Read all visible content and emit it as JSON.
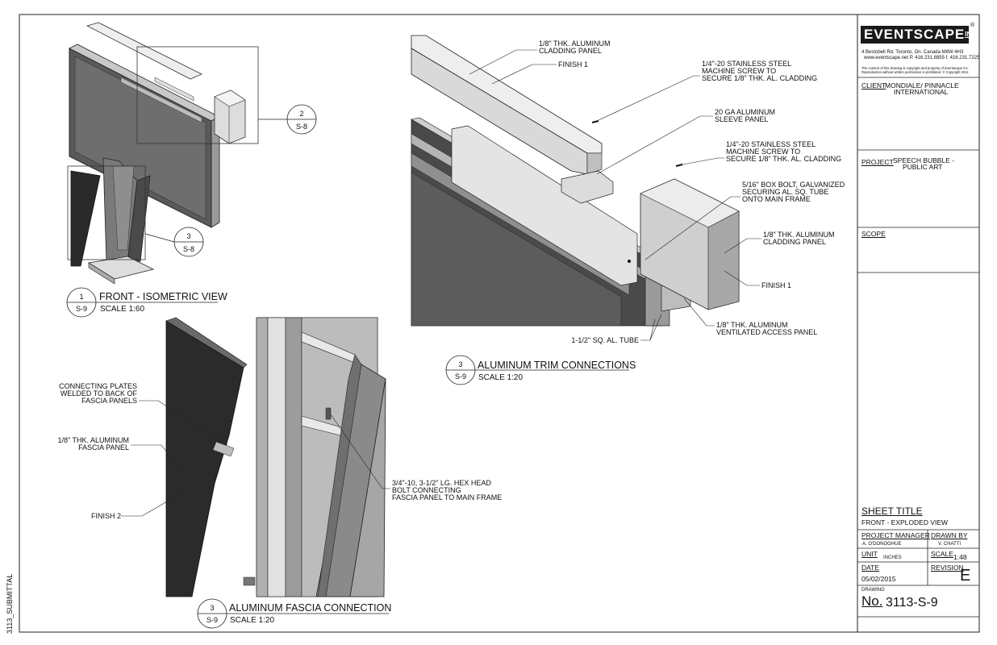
{
  "side_label": "3113_SUBMITTAL",
  "title_block": {
    "logo_text": "EVENTSCAPE",
    "logo_inc": "INC",
    "address": "4 Bestobell Rd. Toronto, On. Canada M8W 4H3",
    "contact": "www.eventscape.net  P. 416.231.8855  f. 416.231.7225",
    "copyright_line1": "The content of this drawing is copyright and property of Eventscape Inc.",
    "copyright_line2": "Reproduction without written permission is prohibited. © Copyright 2011",
    "client_label": "CLIENT",
    "client_line1": "MONDIALE/ PINNACLE",
    "client_line2": "INTERNATIONAL",
    "project_label": "PROJECT",
    "project_line1": "SPEECH BUBBLE -",
    "project_line2": "PUBLIC ART",
    "scope_label": "SCOPE",
    "sheet_title_label": "SHEET TITLE",
    "sheet_title_value": "FRONT - EXPLODED VIEW",
    "pm_label": "PROJECT MANAGER",
    "pm_value": "A. O'DONOGHUE",
    "drawn_label": "DRAWN BY",
    "drawn_value": "V. CHATTI",
    "unit_label": "UNIT",
    "unit_value": "INCHES",
    "scale_label": "SCALE",
    "scale_value": "1:48",
    "date_label": "DATE",
    "date_value": "05/02/2015",
    "revision_label": "REVISION",
    "revision_value": "E",
    "drawing_label": "DRAWING",
    "no_label": "No.",
    "drawing_no": "3113-S-9"
  },
  "views": {
    "iso": {
      "num": "1",
      "sheet": "S-9",
      "title": "FRONT - ISOMETRIC VIEW",
      "scale": "SCALE 1:60"
    },
    "trim": {
      "num": "3",
      "sheet": "S-9",
      "title": "ALUMINUM TRIM CONNECTIONS",
      "scale": "SCALE 1:20"
    },
    "fascia": {
      "num": "3",
      "sheet": "S-9",
      "title": "ALUMINUM FASCIA CONNECTION",
      "scale": "SCALE 1:20"
    }
  },
  "callouts": {
    "c2": {
      "num": "2",
      "sheet": "S-8"
    },
    "c3": {
      "num": "3",
      "sheet": "S-8"
    }
  },
  "notes": {
    "cladding1_l1": "1/8\" THK. ALUMINUM",
    "cladding1_l2": "CLADDING PANEL",
    "finish1a": "FINISH 1",
    "screw1_l1": "1/4\"-20 STAINLESS STEEL",
    "screw1_l2": "MACHINE SCREW TO",
    "screw1_l3": "SECURE 1/8\" THK. AL. CLADDING",
    "sleeve_l1": "20 GA ALUMINUM",
    "sleeve_l2": "SLEEVE PANEL",
    "screw2_l1": "1/4\"-20 STAINLESS STEEL",
    "screw2_l2": "MACHINE SCREW TO",
    "screw2_l3": "SECURE 1/8\" THK. AL. CLADDING",
    "boxbolt_l1": "5/16\" BOX BOLT, GALVANIZED",
    "boxbolt_l2": "SECURING AL. SQ. TUBE",
    "boxbolt_l3": "ONTO MAIN FRAME",
    "cladding2_l1": "1/8\" THK. ALUMINUM",
    "cladding2_l2": "CLADDING PANEL",
    "finish1b": "FINISH 1",
    "vent_l1": "1/8\" THK. ALUMINUM",
    "vent_l2": "VENTILATED ACCESS PANEL",
    "tube": "1-1/2\" SQ. AL. TUBE",
    "plates_l1": "CONNECTING PLATES",
    "plates_l2": "WELDED TO BACK OF",
    "plates_l3": "FASCIA PANELS",
    "fascia_l1": "1/8\" THK. ALUMINUM",
    "fascia_l2": "FASCIA PANEL",
    "finish2": "FINISH 2",
    "hexbolt_l1": "3/4\"-10, 3-1/2\" LG. HEX HEAD",
    "hexbolt_l2": "BOLT CONNECTING",
    "hexbolt_l3": "FASCIA PANEL TO MAIN FRAME"
  }
}
